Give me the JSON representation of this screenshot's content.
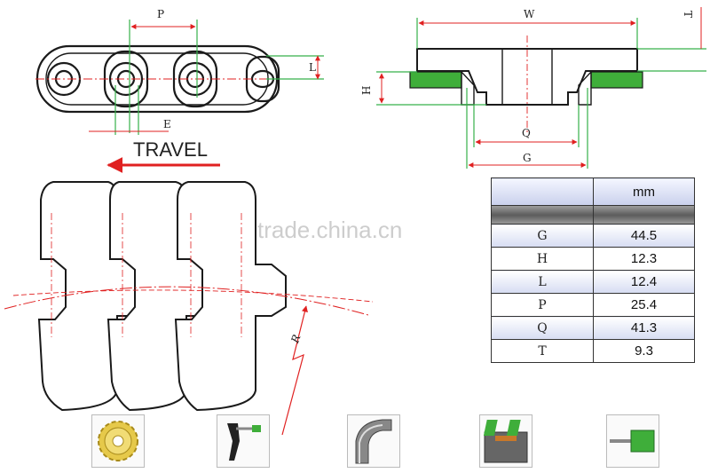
{
  "labels": {
    "pitch": "P",
    "length": "L",
    "e": "E",
    "width": "W",
    "thickness": "T",
    "height": "H",
    "q": "Q",
    "g": "G",
    "radius": "R"
  },
  "travel_label": "TRAVEL",
  "watermark": "trade.china.cn",
  "table": {
    "unit_header": "mm",
    "rows": [
      {
        "dim": "G",
        "value": "44.5"
      },
      {
        "dim": "H",
        "value": "12.3"
      },
      {
        "dim": "L",
        "value": "12.4"
      },
      {
        "dim": "P",
        "value": "25.4"
      },
      {
        "dim": "Q",
        "value": "41.3"
      },
      {
        "dim": "T",
        "value": "9.3"
      }
    ]
  },
  "thumbnails": [
    "sprocket-icon",
    "wear-strip-icon",
    "curve-track-icon",
    "track-section-icon",
    "guide-rail-icon"
  ],
  "colors": {
    "accent_green": "#3fae3a",
    "dimension_red": "#e02020",
    "line_green": "#36b04a"
  }
}
